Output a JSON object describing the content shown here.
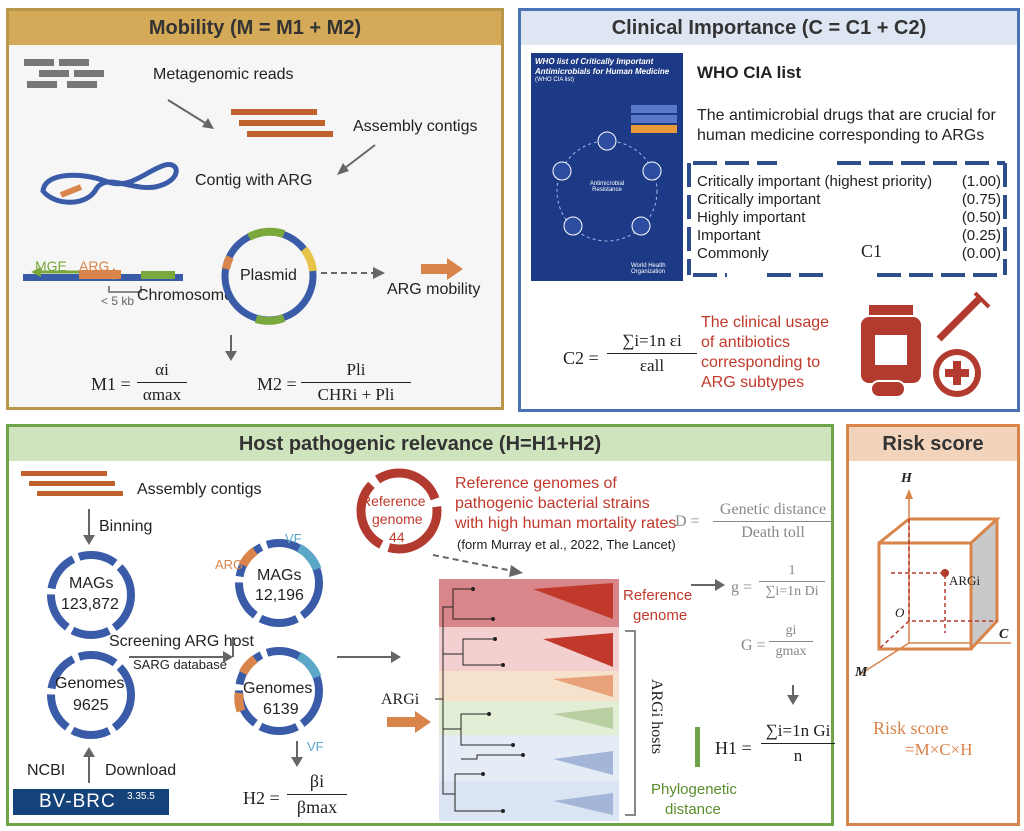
{
  "colors": {
    "mobility": "#b8964a",
    "clinical": "#4a74b5",
    "host": "#6fa34a",
    "risk": "#d9844a",
    "arg_red": "#c0392b"
  },
  "mobility": {
    "title": "Mobility (M = M1 + M2)",
    "metagenomic_reads": "Metagenomic reads",
    "assembly_contigs": "Assembly contigs",
    "contig_with_arg": "Contig with ARG",
    "mge": "MGE",
    "arg": "ARG",
    "lt5kb": "< 5 kb",
    "chromosome": "Chromosome",
    "plasmid": "Plasmid",
    "arg_mobility": "ARG mobility",
    "m1_lhs": "M1 =",
    "m1_num": "αi",
    "m1_den": "αmax",
    "m2_lhs": "M2 =",
    "m2_num": "Pli",
    "m2_den": "CHRi + Pli"
  },
  "clinical": {
    "title": "Clinical Importance (C = C1 + C2)",
    "poster_title": "WHO list of Critically Important Antimicrobials for Human Medicine",
    "poster_sub": "(WHO CIA list)",
    "poster_center": "Antimicrobial Resistance",
    "poster_org": "World Health Organization",
    "who_cia": "WHO CIA list",
    "desc_line1": "The antimicrobial drugs that are crucial for",
    "desc_line2": "human medicine corresponding to ARGs",
    "levels": [
      {
        "label": "Critically important  (highest priority)",
        "value": "(1.00)"
      },
      {
        "label": "Critically important",
        "value": "(0.75)"
      },
      {
        "label": "Highly important",
        "value": "(0.50)"
      },
      {
        "label": "Important",
        "value": "(0.25)"
      },
      {
        "label": "Commonly",
        "value": "(0.00)"
      }
    ],
    "c1": "C1",
    "c2_lhs": "C2 =",
    "c2_num": "∑i=1n εi",
    "c2_den": "εall",
    "usage_line1": "The clinical usage",
    "usage_line2": "of antibiotics",
    "usage_line3": "corresponding to",
    "usage_line4": "ARG subtypes"
  },
  "host": {
    "title": "Host pathogenic relevance (H=H1+H2)",
    "assembly_contigs": "Assembly contigs",
    "binning": "Binning",
    "mags_label": "MAGs",
    "mags_count": "123,872",
    "mags2_label": "MAGs",
    "mags2_count": "12,196",
    "arg_tag": "ARG",
    "vf_tag": "VF",
    "vf_tag2": "VF",
    "screening": "Screening ARG host",
    "sarg_db": "SARG database",
    "genomes_label": "Genomes",
    "genomes_count": "9625",
    "genomes2_label": "Genomes",
    "genomes2_count": "6139",
    "ncbi": "NCBI",
    "download": "Download",
    "bvbrc": "BV-BRC",
    "bvbrc_ver": "3.35.5",
    "h2_lhs": "H2 =",
    "h2_num": "βi",
    "h2_den": "βmax",
    "ref_genome_l1": "Reference",
    "ref_genome_l2": "genome",
    "ref_genome_n": "44",
    "ref_desc_l1": "Reference genomes of",
    "ref_desc_l2": "pathogenic bacterial strains",
    "ref_desc_l3": "with high human mortality rates",
    "ref_cite": "(form Murray et al., 2022, The Lancet)",
    "d_lhs": "D =",
    "d_num": "Genetic distance",
    "d_den": "Death toll",
    "g_lhs": "g =",
    "g_num": "1",
    "g_den": "∑i=1n Di",
    "G_lhs": "G =",
    "G_num": "gi",
    "G_den": "gmax",
    "ref_genome_side_l1": "Reference",
    "ref_genome_side_l2": "genome",
    "argi": "ARGi",
    "arg_hosts": "ARGi hosts",
    "phylo_l1": "Phylogenetic",
    "phylo_l2": "distance",
    "h1_lhs": "H1 =",
    "h1_num": "∑i=1n Gi",
    "h1_den": "n"
  },
  "risk": {
    "title": "Risk score",
    "axis_h": "H",
    "axis_c": "C",
    "axis_m": "M",
    "origin": "O",
    "point": "ARGi",
    "label": "Risk score",
    "formula": "=M×C×H"
  }
}
